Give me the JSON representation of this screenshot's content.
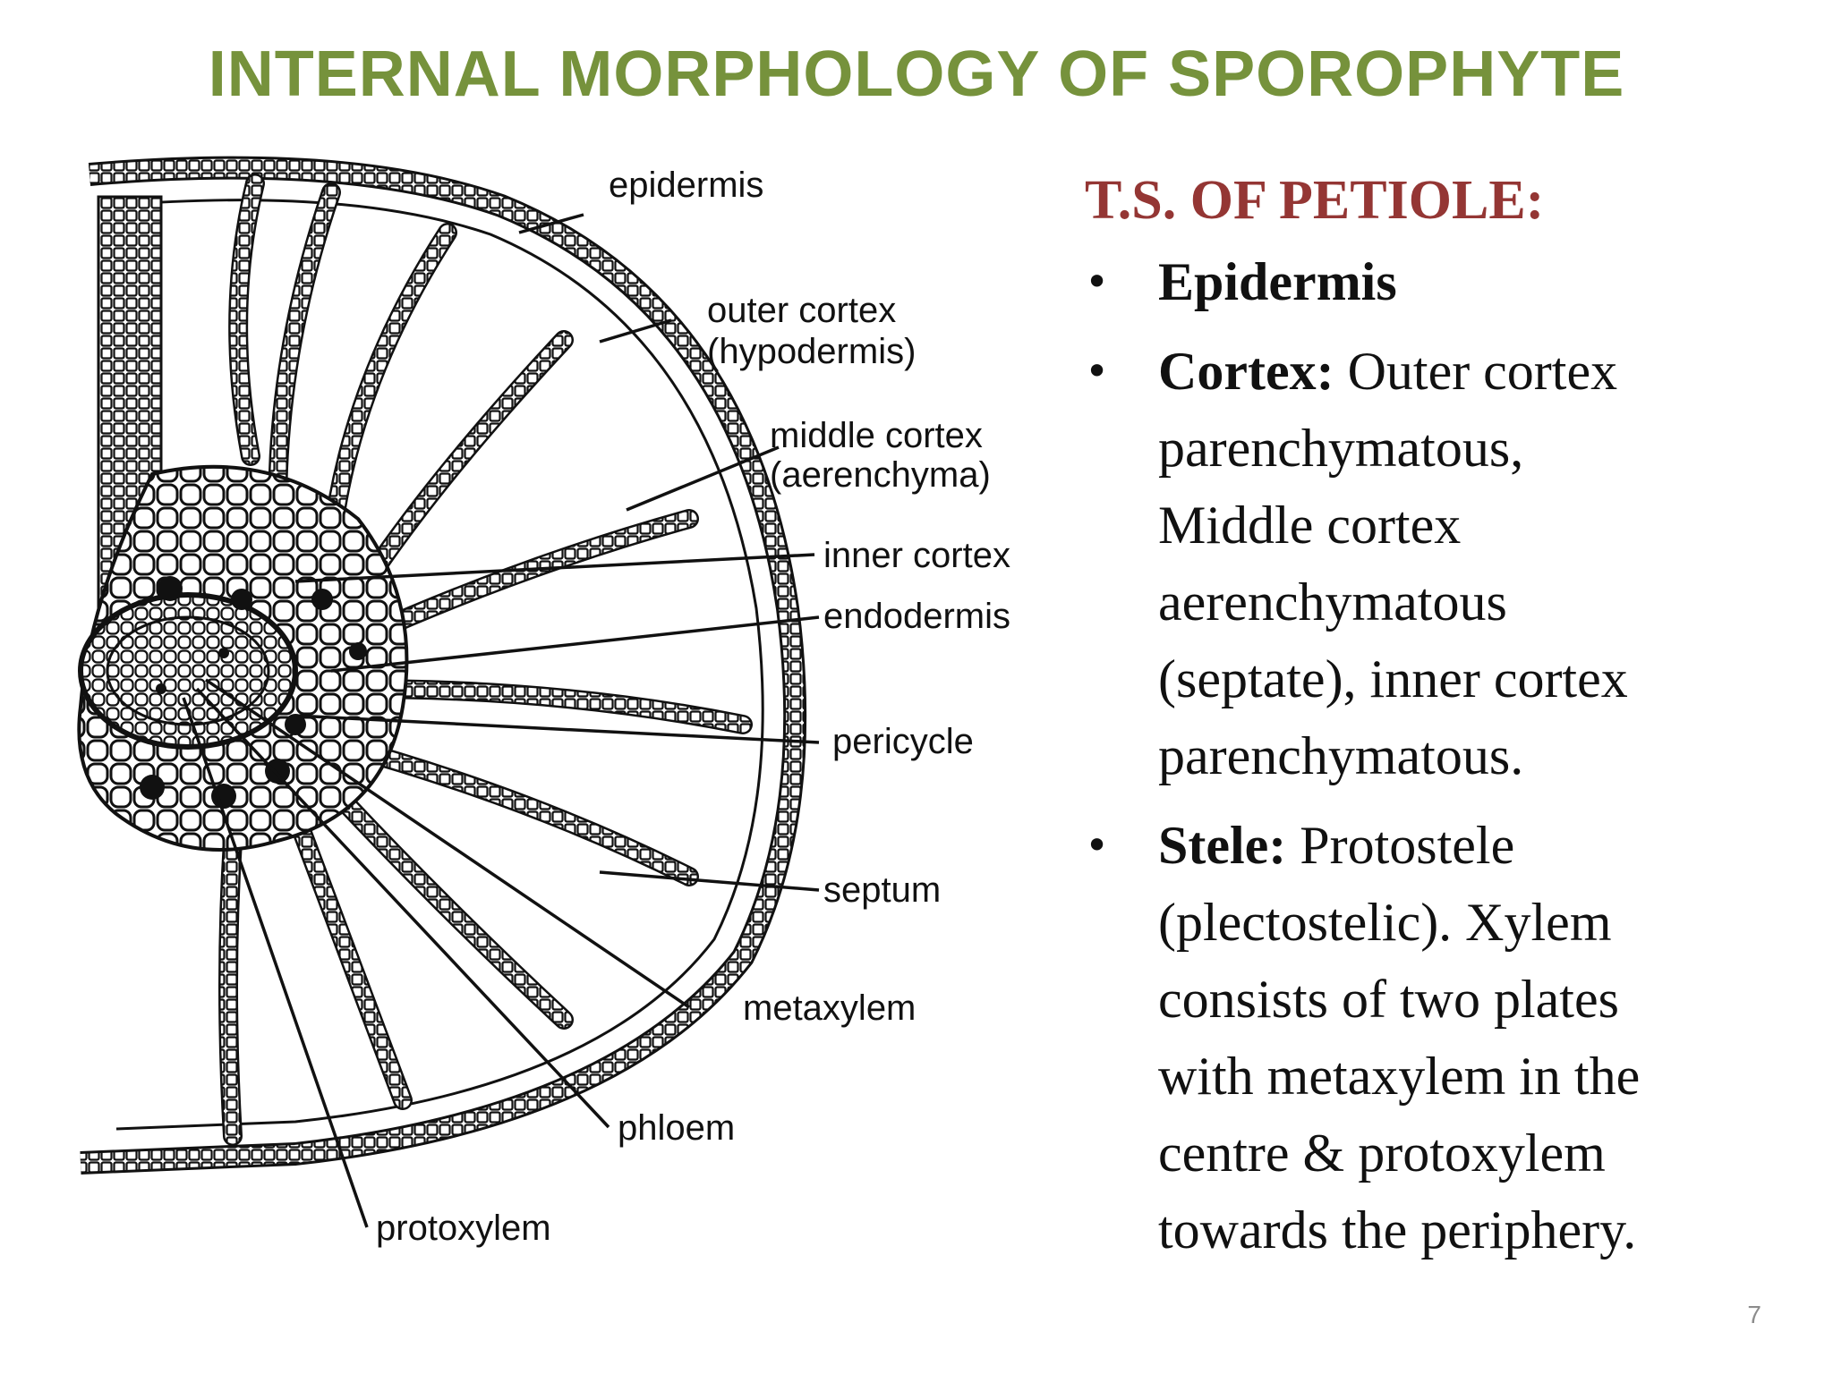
{
  "slide": {
    "title": "INTERNAL MORPHOLOGY OF SPOROPHYTE",
    "page_number": "7",
    "title_color": "#76923c",
    "heading_color": "#943634"
  },
  "diagram": {
    "labels": {
      "epidermis": "epidermis",
      "outer_cortex": "outer cortex",
      "outer_cortex_alt": "(hypodermis)",
      "middle_cortex": "middle cortex",
      "middle_cortex_alt": "(aerenchyma)",
      "inner_cortex": "inner cortex",
      "endodermis": "endodermis",
      "pericycle": "pericycle",
      "septum": "septum",
      "metaxylem": "metaxylem",
      "phloem": "phloem",
      "protoxylem": "protoxylem"
    }
  },
  "panel": {
    "heading": "T.S. OF PETIOLE:",
    "bullets": [
      {
        "term": "Epidermis",
        "lines": []
      },
      {
        "term": "Cortex:",
        "first": " Outer cortex",
        "lines": [
          "parenchymatous,",
          "Middle cortex",
          "aerenchymatous",
          "(septate), inner cortex",
          "parenchymatous."
        ]
      },
      {
        "term": "Stele:",
        "first": " Protostele",
        "lines": [
          "(plectostelic). Xylem",
          "consists of two plates",
          "with metaxylem in the",
          "centre & protoxylem",
          "towards the periphery."
        ]
      }
    ]
  }
}
